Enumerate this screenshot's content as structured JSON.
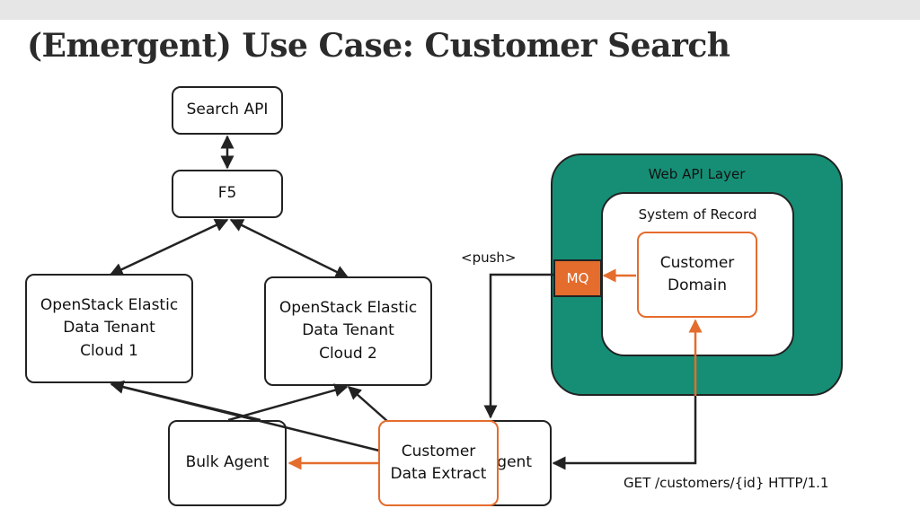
{
  "title": "(Emergent) Use Case: Customer Search",
  "nodes": {
    "search_api": "Search API",
    "f5": "F5",
    "cloud1": "OpenStack Elastic\nData Tenant\nCloud 1",
    "cloud2": "OpenStack Elastic\nData Tenant\nCloud 2",
    "bulk_agent": "Bulk Agent",
    "agent_partial": "gent",
    "customer_data_extract": "Customer\nData Extract",
    "web_api_layer": "Web API Layer",
    "system_of_record": "System of Record",
    "customer_domain": "Customer\nDomain",
    "mq": "MQ"
  },
  "labels": {
    "push": "<push>",
    "get_request": "GET /customers/{id} HTTP/1.1"
  },
  "colors": {
    "accent_orange": "#e46c2c",
    "web_layer_green": "#168e75",
    "line_dark": "#222222"
  }
}
